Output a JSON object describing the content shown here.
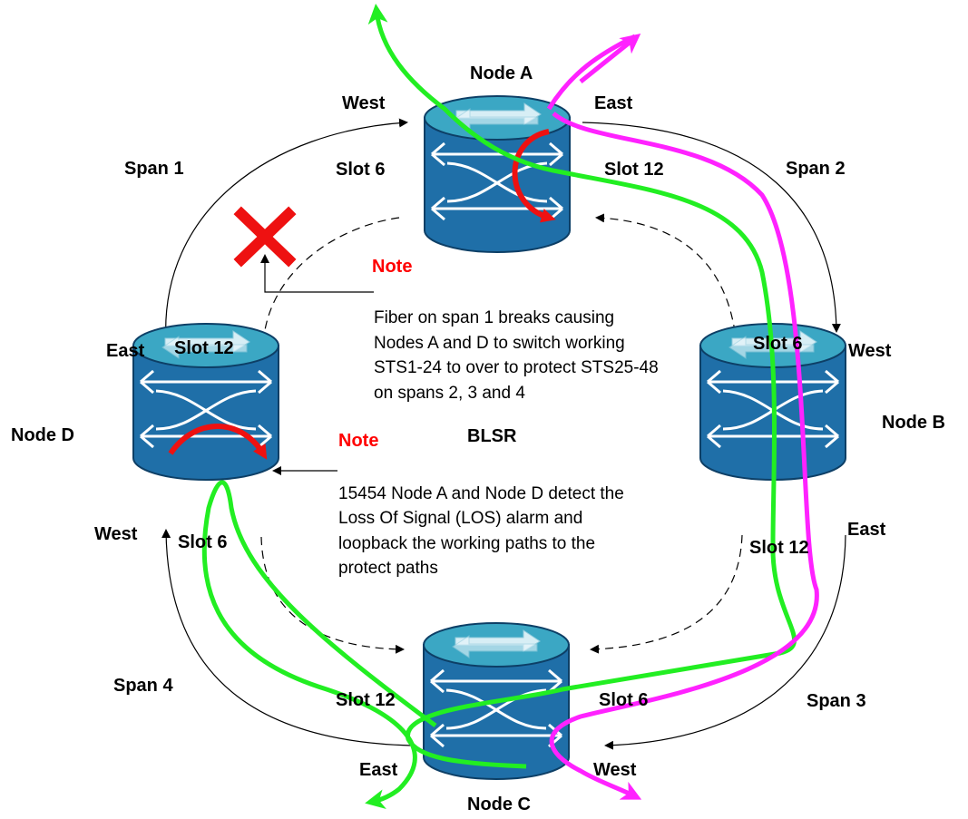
{
  "colors": {
    "router_body": "#1f6fa8",
    "router_top": "#3ba7c4",
    "router_edge": "#0d3f66",
    "work_path": "#000000",
    "protect_path": "#000000",
    "green_path": "#22ee22",
    "magenta_path": "#ff22ff",
    "loopback": "#ee1111",
    "fault": "#ee1111"
  },
  "nodes": {
    "a": {
      "name": "Node A",
      "west": "West",
      "east": "East",
      "slot_left": "Slot 6",
      "slot_right": "Slot 12"
    },
    "b": {
      "name": "Node B",
      "west": "West",
      "east": "East",
      "slot_top": "Slot 6",
      "slot_bottom": "Slot 12"
    },
    "c": {
      "name": "Node C",
      "west": "West",
      "east": "East",
      "slot_left": "Slot 12",
      "slot_right": "Slot 6"
    },
    "d": {
      "name": "Node D",
      "west": "West",
      "east": "East",
      "slot_top": "Slot 12",
      "slot_bottom": "Slot 6"
    }
  },
  "spans": {
    "span1": "Span 1",
    "span2": "Span 2",
    "span3": "Span 3",
    "span4": "Span 4"
  },
  "ring_label": "BLSR",
  "notes": {
    "fiber_break": {
      "heading": "Note",
      "lines": [
        "Fiber on span 1 breaks causing",
        "Nodes A and D to switch  working",
        "STS1-24 to over to protect STS25-48",
        "on spans 2, 3 and 4"
      ]
    },
    "los": {
      "heading": "Note",
      "lines": [
        "15454 Node A and Node D detect the",
        "Loss Of Signal (LOS) alarm and",
        "loopback the working paths to the",
        "protect paths"
      ]
    }
  },
  "icons": {
    "fault": "x-mark-icon",
    "router": "router-icon"
  }
}
